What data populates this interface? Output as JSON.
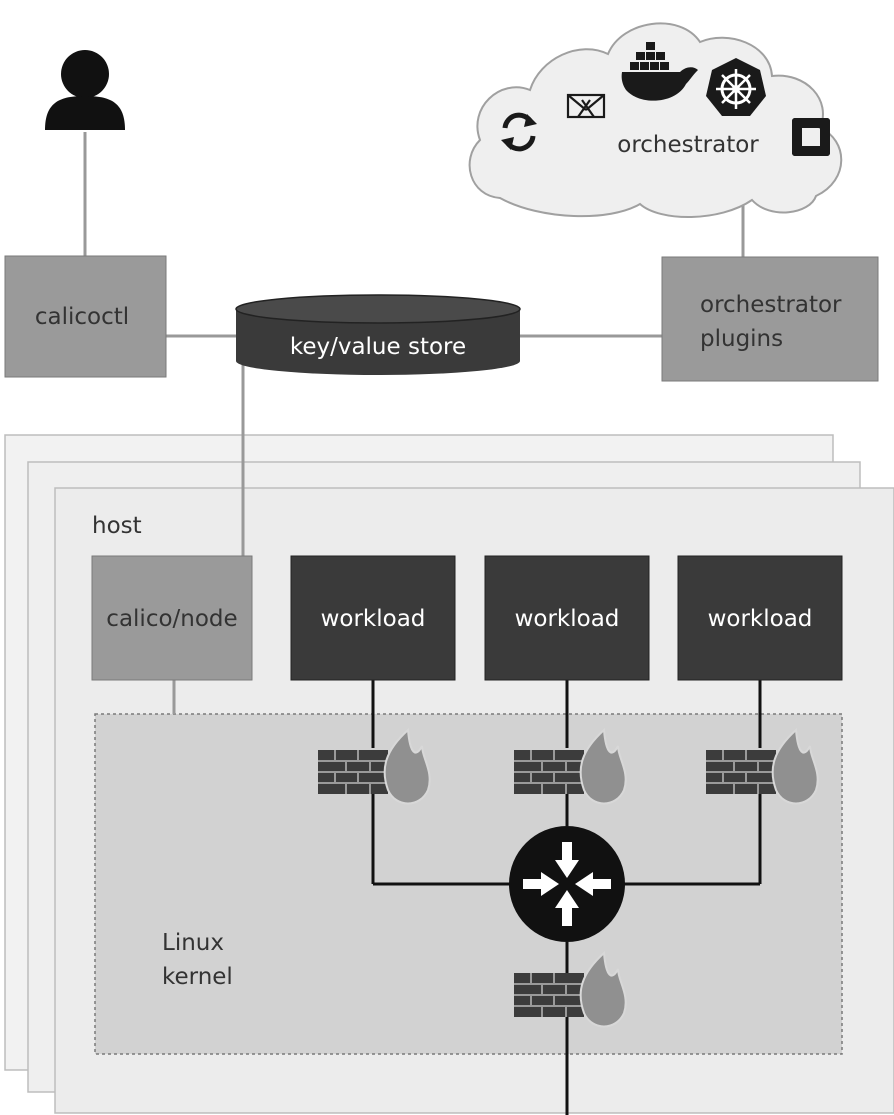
{
  "user": {
    "icon": "person-icon"
  },
  "orchestrator": {
    "label": "orchestrator",
    "icons": [
      "sync-icon",
      "mesos-icon",
      "docker-icon",
      "kubernetes-icon",
      "openstack-icon"
    ]
  },
  "calicoctl": {
    "label": "calicoctl"
  },
  "kv_store": {
    "label": "key/value store"
  },
  "orchestrator_plugins": {
    "line1": "orchestrator",
    "line2": "plugins"
  },
  "host": {
    "label": "host"
  },
  "calico_node": {
    "label": "calico/node"
  },
  "workloads": [
    {
      "label": "workload"
    },
    {
      "label": "workload"
    },
    {
      "label": "workload"
    }
  ],
  "kernel": {
    "line1": "Linux",
    "line2": "kernel"
  },
  "icons": {
    "firewall": "firewall-icon",
    "router": "router-icon"
  },
  "colors": {
    "dark_box": "#3a3a3a",
    "light_box": "#9a9a9a",
    "kernel_area": "#d2d2d2",
    "host_bg": "#ececec",
    "connector": "#999999"
  }
}
